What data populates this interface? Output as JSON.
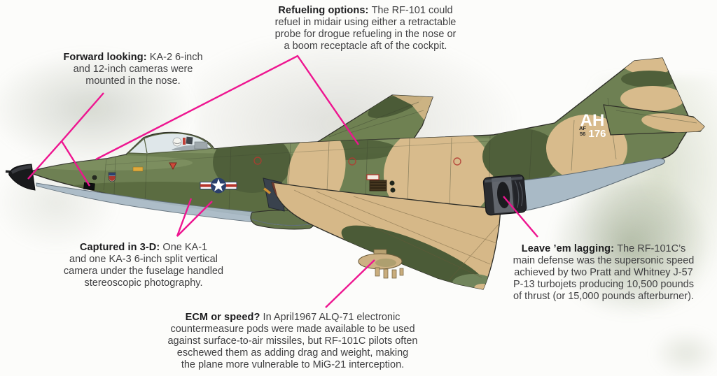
{
  "callouts": {
    "refueling": {
      "title": "Refueling options: ",
      "body": "The RF-101 could\nrefuel in midair using either a retractable\nprobe for drogue refueling in the nose or\na boom receptacle aft of the cockpit."
    },
    "forward": {
      "title": "Forward looking: ",
      "body": "KA-2 6-inch\nand 12-inch cameras were\nmounted in the nose."
    },
    "captured": {
      "title": "Captured in 3-D: ",
      "body": "One KA-1\nand one KA-3 6-inch split vertical\ncamera under the fuselage handled\nstereoscopic photography."
    },
    "ecm": {
      "title": "ECM or speed? ",
      "body": "In April1967 ALQ-71 electronic\ncountermeasure pods were made available to be used\nagainst surface-to-air missiles, but RF-101C pilots often\neschewed them as adding drag and weight, making\nthe plane more vulnerable to MiG-21 interception."
    },
    "leave": {
      "title": "Leave ’em lagging: ",
      "body": "The RF-101C’s\nmain defense was the supersonic speed\nachieved by two Pratt and Whitney J-57\nP-13 turbojets producing 10,500 pounds\nof thrust (or 15,000 pounds afterburner)."
    }
  },
  "aircraft": {
    "tail_code": "AH",
    "serial_prefix": "AF",
    "serial_mid": "56",
    "serial_number": "176"
  },
  "colors": {
    "accent_pink": "#ee1590",
    "camo_green": "#6e8053",
    "camo_tan": "#d6b888",
    "camo_dark_green": "#4b5b37",
    "underside_gray": "#a9bac6",
    "text_dark": "#3f3f41"
  }
}
